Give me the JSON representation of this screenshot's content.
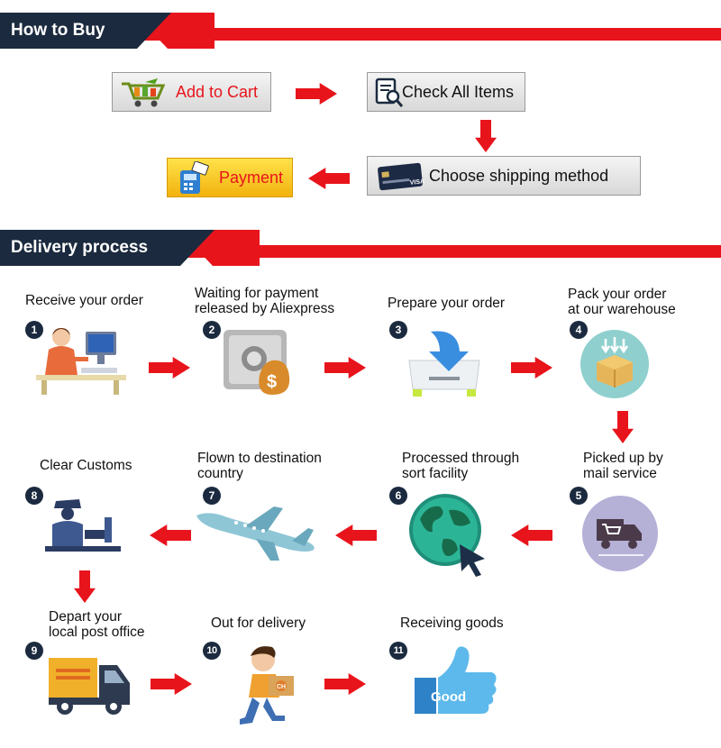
{
  "sections": {
    "how_to_buy": "How to Buy",
    "delivery_process": "Delivery process"
  },
  "buy_steps": {
    "add_to_cart": "Add to Cart",
    "check_all_items": "Check All Items",
    "choose_shipping": "Choose shipping method",
    "payment": "Payment"
  },
  "delivery_steps": [
    {
      "num": "1",
      "label": "Receive your order"
    },
    {
      "num": "2",
      "label": "Waiting for payment\nreleased by Aliexpress"
    },
    {
      "num": "3",
      "label": "Prepare your order"
    },
    {
      "num": "4",
      "label": "Pack your order\nat our warehouse"
    },
    {
      "num": "5",
      "label": "Picked up by\nmail service"
    },
    {
      "num": "6",
      "label": "Processed through\nsort facility"
    },
    {
      "num": "7",
      "label": "Flown to destination\ncountry"
    },
    {
      "num": "8",
      "label": "Clear Customs"
    },
    {
      "num": "9",
      "label": "Depart your\nlocal post office"
    },
    {
      "num": "10",
      "label": "Out for delivery"
    },
    {
      "num": "11",
      "label": "Receiving goods"
    }
  ],
  "icon_texts": {
    "good_thumb": "Good",
    "card_brand": "VISA",
    "box_logo": "CH"
  },
  "colors": {
    "accent_red": "#e8141c",
    "navy": "#1b2a3e",
    "teal_circle": "#8fd0cf",
    "lilac_circle": "#b5b0d6"
  }
}
